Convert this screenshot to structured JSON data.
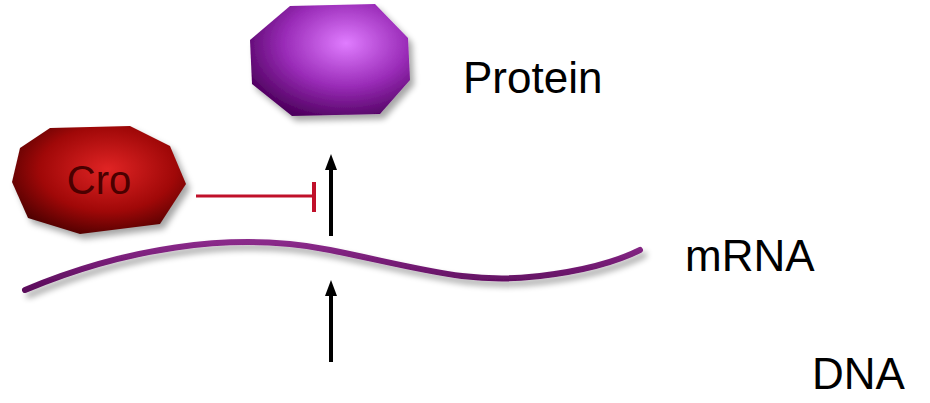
{
  "diagram": {
    "nodes": [
      {
        "text": [
          "Cro"
        ]
      }
    ],
    "labels": [
      "Protein",
      "mRNA",
      "DNA"
    ]
  }
}
